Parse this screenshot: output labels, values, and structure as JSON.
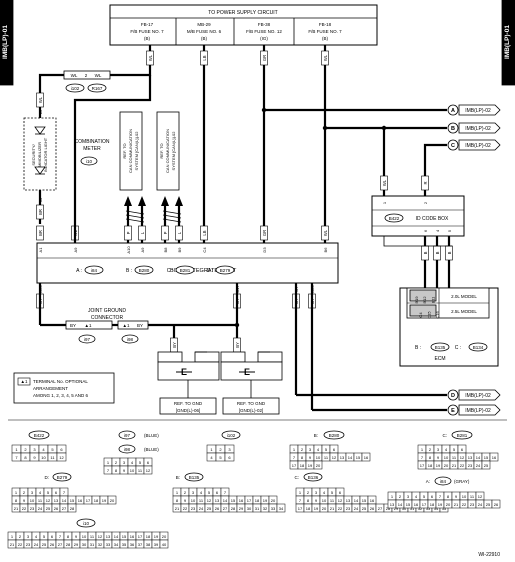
{
  "page_code": "IMB(LP)-01",
  "figure_code": "WI-22910",
  "power_circuit": {
    "title": "TO POWER SUPPLY CIRCUIT",
    "fuses": [
      {
        "id": "FB-17",
        "name": "F/B FUSE NO. 7",
        "pos": "(B)",
        "wire": "WL"
      },
      {
        "id": "MB-29",
        "name": "M/B FUSE NO. 6",
        "pos": "(B)",
        "wire": "LB"
      },
      {
        "id": "FB-38",
        "name": "F/B FUSE NO. 12",
        "pos": "(IG)",
        "wire": "GR"
      },
      {
        "id": "FB-18",
        "name": "F/B FUSE NO. 7",
        "pos": "(B)",
        "wire": "WL"
      }
    ]
  },
  "top_connector": {
    "left_wire": "WL",
    "pin": "2",
    "right_wire": "WL",
    "left_conn": "i102",
    "right_conn": "R167"
  },
  "meter": {
    "label_line1": "COMBINATION",
    "label_line2": "METER",
    "conn": "i10",
    "indicator_line1": "SECURITY/",
    "indicator_line2": "IMMOBILIZER",
    "indicator_line3": "INDICATOR LIGHT",
    "top_wire": "WL",
    "top_pin": "16",
    "bottom_wire": "BR",
    "bottom_pin": "33"
  },
  "can_refs": [
    {
      "line1": "REF. TO",
      "line2": "CAN COMMUNICATION",
      "line3": "SYSTEM [CAN(L)]-02"
    },
    {
      "line1": "REF. TO",
      "line2": "CAN COMMUNICATION",
      "line3": "SYSTEM [CAN(L)]-02"
    }
  ],
  "bcu": {
    "label": "BODY INTEGRATED UNIT",
    "conns": [
      {
        "prefix": "A",
        "id": "i84"
      },
      {
        "prefix": "B",
        "id": "B280"
      },
      {
        "prefix": "C",
        "id": "B281"
      },
      {
        "prefix": "D",
        "id": "B279"
      }
    ],
    "top_pins": [
      {
        "pin": "A1",
        "wire": "BR"
      },
      {
        "pin": "A9",
        "wire": "WL"
      },
      {
        "pin": "A10",
        "wire": "P"
      },
      {
        "pin": "A9",
        "wire": "L"
      },
      {
        "pin": "B8",
        "wire": "P"
      },
      {
        "pin": "B9",
        "wire": "L"
      },
      {
        "pin": "C4",
        "wire": "LB"
      },
      {
        "pin": "D3",
        "wire": "GR"
      },
      {
        "pin": "B6",
        "wire": "WL"
      }
    ],
    "bottom_pins": [
      {
        "pin": "A20",
        "wire": "BY"
      },
      {
        "pin": "B17",
        "wire": "BY"
      },
      {
        "pin": "A7",
        "wire": "BY"
      },
      {
        "pin": "A20",
        "wire": "BY"
      }
    ]
  },
  "joint": {
    "label_line1": "JOINT GROUND",
    "label_line2": "CONNECTOR",
    "left_wire": "BY",
    "left_pin": "▲1",
    "mid_pin": "▲1",
    "right_wire": "BY",
    "left_conn": "i97",
    "right_conn": "i98"
  },
  "note": {
    "mark": "▲1",
    "line1": "TERMINAL No. OPTIONAL",
    "line2": "ARRANGEMENT",
    "line3": "AMONG 1, 2, 3, 4, 5 AND 6"
  },
  "grounds": [
    {
      "wire": "BY",
      "symbol": "E",
      "line1": "REF. TO GND",
      "line2": "[GND(L)-06]"
    },
    {
      "wire": "BY",
      "symbol": "E",
      "line1": "REF. TO GND",
      "line2": "[GND(L)-02]"
    }
  ],
  "id_box": {
    "label": "ID CODE BOX",
    "conn": "B422",
    "top_pins": [
      {
        "pin": "1",
        "wire": "WL"
      },
      {
        "pin": "2",
        "wire": "R"
      }
    ],
    "bottom_pins": [
      {
        "pin": "6",
        "wire": "B"
      },
      {
        "pin": "4",
        "wire": "B"
      },
      {
        "pin": "5",
        "wire": "B"
      }
    ]
  },
  "ecm": {
    "label": "ECM",
    "conn_prefix1": "B",
    "conn1": "B135",
    "conn_prefix2": "C",
    "conn2": "B134",
    "models": [
      "2.0L MODEL",
      "2.5L MODEL"
    ],
    "pins": [
      "B19",
      "C4",
      "B12",
      "C15",
      "B11",
      "C16"
    ]
  },
  "off_page": [
    {
      "letter": "A",
      "label": "IMB(LP)-02"
    },
    {
      "letter": "B",
      "label": "IMB(LP)-02"
    },
    {
      "letter": "C",
      "label": "IMB(LP)-02"
    },
    {
      "letter": "D",
      "label": "IMB(LP)-02"
    },
    {
      "letter": "E",
      "label": "IMB(LP)-02"
    }
  ],
  "connector_views": {
    "b422": {
      "id": "B422",
      "rows": [
        [
          "1",
          "2",
          "3",
          "4",
          "5",
          "6"
        ],
        [
          "7",
          "8",
          "9",
          "10",
          "11",
          "12"
        ]
      ]
    },
    "i97": {
      "id": "i97",
      "suffix": "(BLUE)"
    },
    "i98": {
      "id": "i98",
      "suffix": "(BLUE)",
      "rows": [
        [
          "1",
          "2",
          "3",
          "4",
          "5",
          "6"
        ],
        [
          "7",
          "8",
          "9",
          "10",
          "11",
          "12"
        ]
      ]
    },
    "i102": {
      "id": "i102",
      "rows": [
        [
          "1",
          "2",
          "3"
        ],
        [
          "4",
          "5",
          "6"
        ]
      ]
    },
    "b280": {
      "prefix": "B:",
      "id": "B280",
      "rows": [
        [
          "1",
          "2",
          "3",
          "4",
          "5",
          "6"
        ],
        [
          "7",
          "8",
          "9",
          "10",
          "11",
          "12",
          "13",
          "14",
          "15",
          "16"
        ],
        [
          "17",
          "18",
          "19",
          "20"
        ]
      ]
    },
    "b281": {
      "prefix": "C:",
      "id": "B281",
      "rows": [
        [
          "1",
          "2",
          "3",
          "4",
          "5",
          "6"
        ],
        [
          "7",
          "8",
          "9",
          "10",
          "11",
          "12",
          "13",
          "14",
          "15",
          "16"
        ],
        [
          "17",
          "18",
          "19",
          "20",
          "21",
          "22",
          "23",
          "24",
          "25"
        ]
      ]
    },
    "b279": {
      "prefix": "D:",
      "id": "B279",
      "rows": [
        [
          "1",
          "2",
          "3",
          "4",
          "5",
          "6",
          "7"
        ],
        [
          "8",
          "9",
          "10",
          "11",
          "12",
          "13",
          "14",
          "15",
          "16",
          "17",
          "18",
          "19",
          "20"
        ],
        [
          "21",
          "22",
          "23",
          "24",
          "25",
          "26",
          "27",
          "28"
        ]
      ]
    },
    "b135": {
      "prefix": "B:",
      "id": "B135",
      "rows": [
        [
          "1",
          "2",
          "3",
          "4",
          "5",
          "6",
          "7"
        ],
        [
          "8",
          "9",
          "10",
          "11",
          "12",
          "13",
          "14",
          "15",
          "16",
          "17",
          "18",
          "19",
          "20"
        ],
        [
          "21",
          "22",
          "23",
          "24",
          "25",
          "26",
          "27",
          "28",
          "29",
          "30",
          "31",
          "32",
          "33",
          "34"
        ]
      ]
    },
    "b136": {
      "prefix": "C:",
      "id": "B136",
      "rows": [
        [
          "1",
          "2",
          "3",
          "4",
          "5",
          "6"
        ],
        [
          "7",
          "8",
          "9",
          "10",
          "11",
          "12",
          "13",
          "14",
          "15",
          "16"
        ],
        [
          "17",
          "18",
          "19",
          "20",
          "21",
          "22",
          "23",
          "24",
          "25",
          "26",
          "27",
          "28",
          "29",
          "30",
          "31",
          "32",
          "33",
          "34",
          "35"
        ]
      ]
    },
    "i84": {
      "prefix": "A:",
      "id": "i84",
      "suffix": "(GRAY)",
      "rows": [
        [
          "1",
          "2",
          "3",
          "4",
          "5",
          "6",
          "7",
          "8",
          "9",
          "10",
          "11",
          "12"
        ],
        [
          "13",
          "14",
          "15",
          "16",
          "17",
          "18",
          "19",
          "20",
          "21",
          "22",
          "23",
          "24",
          "25",
          "26",
          "27",
          "28",
          "29",
          "30",
          "31",
          "32"
        ]
      ]
    },
    "i10": {
      "id": "i10",
      "rows": [
        [
          "1",
          "2",
          "3",
          "4",
          "5",
          "6",
          "7",
          "8",
          "9",
          "10",
          "11",
          "12",
          "13",
          "14",
          "15",
          "16",
          "17",
          "18",
          "19",
          "20"
        ],
        [
          "21",
          "22",
          "23",
          "24",
          "25",
          "26",
          "27",
          "28",
          "29",
          "30",
          "31",
          "32",
          "33",
          "34",
          "35",
          "36",
          "37",
          "38",
          "39",
          "40"
        ]
      ]
    }
  }
}
